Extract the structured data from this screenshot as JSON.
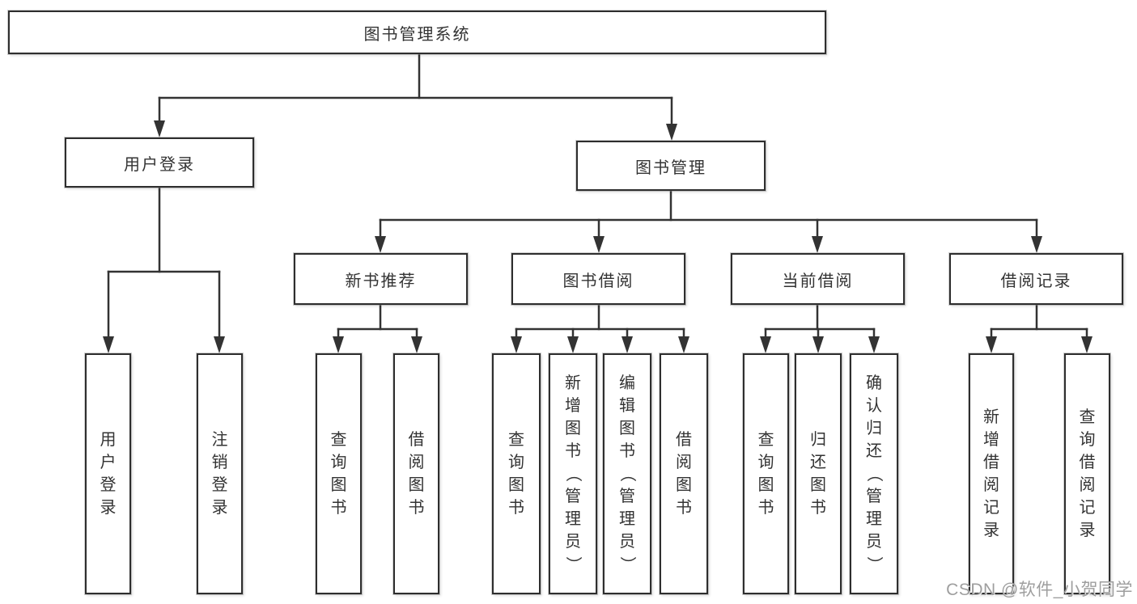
{
  "tree": {
    "root": {
      "label": "图书管理系统"
    },
    "branches": [
      {
        "label": "用户登录",
        "children": [
          {
            "label": "用户登录"
          },
          {
            "label": "注销登录"
          }
        ]
      },
      {
        "label": "图书管理",
        "children": [
          {
            "label": "新书推荐",
            "children": [
              {
                "label": "查询图书"
              },
              {
                "label": "借阅图书"
              }
            ]
          },
          {
            "label": "图书借阅",
            "children": [
              {
                "label": "查询图书"
              },
              {
                "label": "新增图书（管理员）"
              },
              {
                "label": "编辑图书（管理员）"
              },
              {
                "label": "借阅图书"
              }
            ]
          },
          {
            "label": "当前借阅",
            "children": [
              {
                "label": "查询图书"
              },
              {
                "label": "归还图书"
              },
              {
                "label": "确认归还（管理员）"
              }
            ]
          },
          {
            "label": "借阅记录",
            "children": [
              {
                "label": "新增借阅记录"
              },
              {
                "label": "查询借阅记录"
              }
            ]
          }
        ]
      }
    ]
  },
  "watermark": {
    "text": "CSDN @软件_小贺同学"
  },
  "colors": {
    "line": "#333333",
    "box_border": "#2e2e2e",
    "text": "#333333",
    "watermark": "#9e9e9e",
    "background": "#ffffff"
  }
}
